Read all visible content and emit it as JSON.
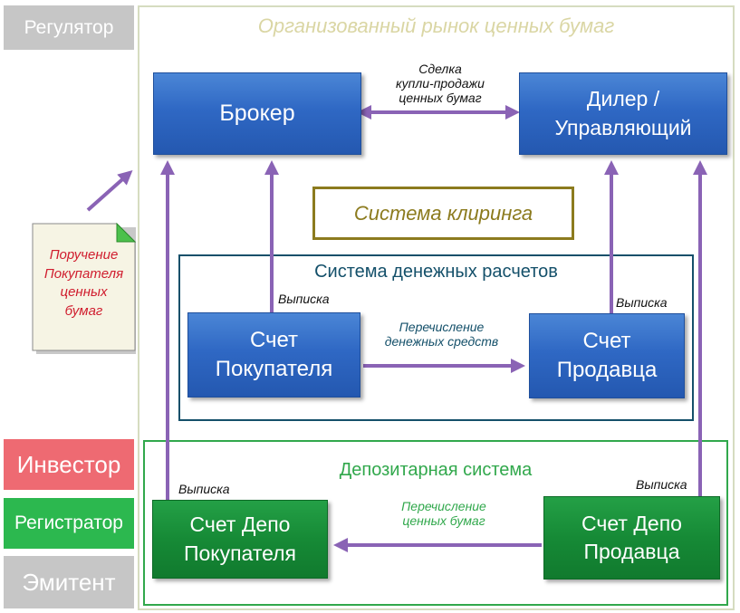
{
  "colors": {
    "regulator_bg": "#c6c6c6",
    "investor_bg": "#ee6a72",
    "registrar_bg": "#2cb84f",
    "emitent_bg": "#c6c6c6",
    "arrow": "#8a63b5",
    "box_blue": "#2f68c4",
    "box_green": "#168a36",
    "clearing_border": "#8c7b1e",
    "money_border": "#14506a",
    "depo_border": "#31a84c"
  },
  "side": {
    "regulator": "Регулятор",
    "investor": "Инвестор",
    "registrar": "Регистратор",
    "emitent": "Эмитент"
  },
  "market": {
    "title": "Организованный рынок ценных бумаг"
  },
  "order": {
    "line1": "Поручение",
    "line2": "Покупателя",
    "line3": "ценных",
    "line4": "бумаг"
  },
  "broker": "Брокер",
  "dealer": {
    "line1": "Дилер /",
    "line2": "Управляющий"
  },
  "deal": {
    "line1": "Сделка",
    "line2": "купли-продажи",
    "line3": "ценных бумаг"
  },
  "clearing": "Система клиринга",
  "money_system": {
    "title": "Система денежных расчетов",
    "buyer_line1": "Счет",
    "buyer_line2": "Покупателя",
    "seller_line1": "Счет",
    "seller_line2": "Продавца",
    "transfer_line1": "Перечисление",
    "transfer_line2": "денежных средств",
    "statement_left": "Выписка",
    "statement_right": "Выписка"
  },
  "depo_system": {
    "title": "Депозитарная система",
    "buyer_line1": "Счет Депо",
    "buyer_line2": "Покупателя",
    "seller_line1": "Счет Депо",
    "seller_line2": "Продавца",
    "transfer_line1": "Перечисление",
    "transfer_line2": "ценных бумаг",
    "statement_left": "Выписка",
    "statement_right": "Выписка"
  }
}
